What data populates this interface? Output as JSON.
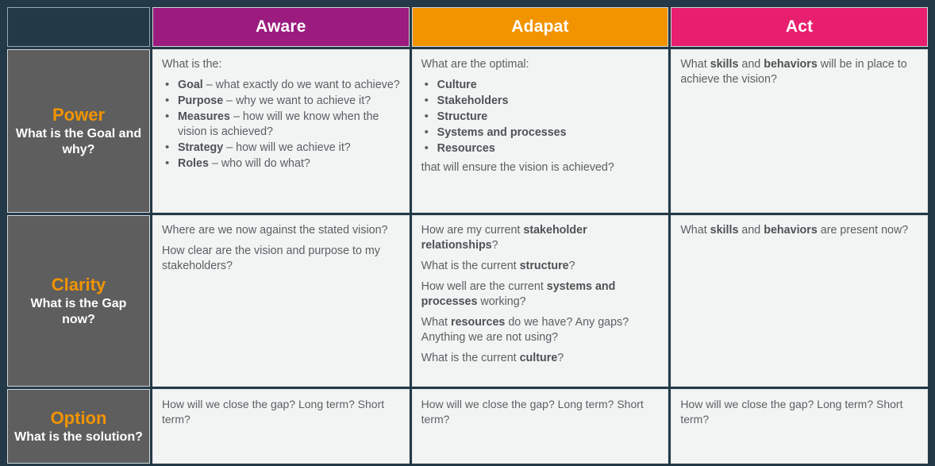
{
  "palette": {
    "frame_navy": "#233947",
    "aware": "#9B1B7E",
    "adapat": "#F29400",
    "act": "#E81E6E",
    "row_label_gray": "#5E5E5E",
    "cell_bg": "#f2f4f3",
    "accent_orange": "#F29400"
  },
  "header": {
    "corner_label": "",
    "columns": [
      {
        "label": "Aware"
      },
      {
        "label": "Adapat"
      },
      {
        "label": "Act"
      }
    ]
  },
  "rows": [
    {
      "title": "Power",
      "subtitle": "What is the Goal and why?",
      "aware": {
        "intro": "What is the:",
        "bullets": [
          {
            "bold": "Goal",
            "rest": " – what exactly do we want to achieve?"
          },
          {
            "bold": "Purpose",
            "rest": " – why we want to achieve it?"
          },
          {
            "bold": "Measures",
            "rest": " – how will we know when the vision is achieved?"
          },
          {
            "bold": "Strategy",
            "rest": " – how will we achieve it?"
          },
          {
            "bold": "Roles",
            "rest": " – who will do what?"
          }
        ],
        "outro": ""
      },
      "adapat": {
        "intro": "What are the optimal:",
        "bullets": [
          {
            "bold": "Culture",
            "rest": ""
          },
          {
            "bold": "Stakeholders",
            "rest": ""
          },
          {
            "bold": "Structure",
            "rest": ""
          },
          {
            "bold": "Systems and processes",
            "rest": ""
          },
          {
            "bold": "Resources",
            "rest": ""
          }
        ],
        "outro": "that will ensure the vision is achieved?"
      },
      "act": {
        "paragraphs": [
          [
            {
              "text": "What ",
              "bold": false
            },
            {
              "text": "skills",
              "bold": true
            },
            {
              "text": " and ",
              "bold": false
            },
            {
              "text": "behaviors",
              "bold": true
            },
            {
              "text": " will be in place to achieve the vision?",
              "bold": false
            }
          ]
        ]
      }
    },
    {
      "title": "Clarity",
      "subtitle": "What is the Gap now?",
      "aware": {
        "paragraphs": [
          [
            {
              "text": "Where are we now against the stated vision?",
              "bold": false
            }
          ],
          [
            {
              "text": "How clear are the vision and purpose to my stakeholders?",
              "bold": false
            }
          ]
        ]
      },
      "adapat": {
        "paragraphs": [
          [
            {
              "text": "How are my current ",
              "bold": false
            },
            {
              "text": "stakeholder relationships",
              "bold": true
            },
            {
              "text": "?",
              "bold": false
            }
          ],
          [
            {
              "text": "What is the current ",
              "bold": false
            },
            {
              "text": "structure",
              "bold": true
            },
            {
              "text": "?",
              "bold": false
            }
          ],
          [
            {
              "text": "How well are the current ",
              "bold": false
            },
            {
              "text": "systems and processes",
              "bold": true
            },
            {
              "text": " working?",
              "bold": false
            }
          ],
          [
            {
              "text": "What ",
              "bold": false
            },
            {
              "text": "resources",
              "bold": true
            },
            {
              "text": " do we have? Any gaps? Anything we are not using?",
              "bold": false
            }
          ],
          [
            {
              "text": "What is the current ",
              "bold": false
            },
            {
              "text": "culture",
              "bold": true
            },
            {
              "text": "?",
              "bold": false
            }
          ]
        ]
      },
      "act": {
        "paragraphs": [
          [
            {
              "text": "What ",
              "bold": false
            },
            {
              "text": "skills",
              "bold": true
            },
            {
              "text": " and ",
              "bold": false
            },
            {
              "text": "behaviors",
              "bold": true
            },
            {
              "text": " are present now?",
              "bold": false
            }
          ]
        ]
      }
    },
    {
      "title": "Option",
      "subtitle": "What is the solution?",
      "aware": {
        "paragraphs": [
          [
            {
              "text": "How will we close the gap? Long term? Short term?",
              "bold": false
            }
          ]
        ]
      },
      "adapat": {
        "paragraphs": [
          [
            {
              "text": "How will we close the gap? Long term? Short term?",
              "bold": false
            }
          ]
        ]
      },
      "act": {
        "paragraphs": [
          [
            {
              "text": "How will we close the gap? Long term? Short term?",
              "bold": false
            }
          ]
        ]
      }
    }
  ]
}
